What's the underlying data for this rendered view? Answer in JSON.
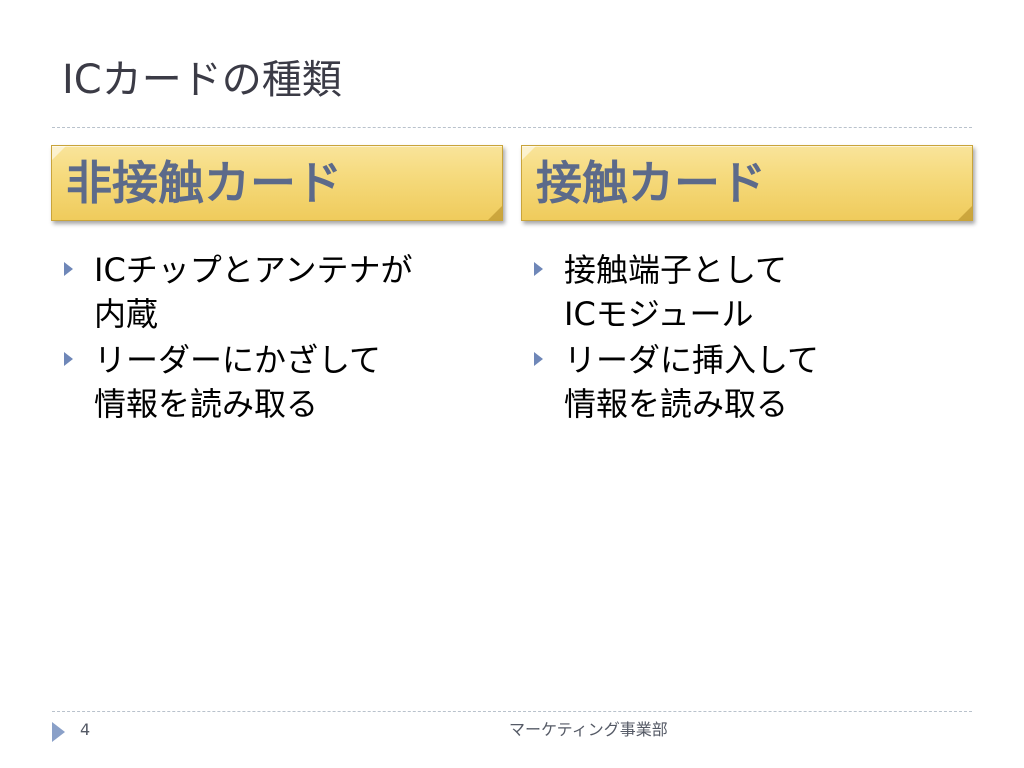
{
  "slide": {
    "title": "ICカードの種類",
    "number": "4",
    "footer": "マーケティング事業部"
  },
  "columns": [
    {
      "header": "非接触カード",
      "bullets": [
        {
          "lines": [
            "ICチップとアンテナが",
            "内蔵"
          ]
        },
        {
          "lines": [
            "リーダーにかざして",
            "情報を読み取る"
          ]
        }
      ]
    },
    {
      "header": "接触カード",
      "bullets": [
        {
          "lines": [
            "接触端子として",
            "ICモジュール"
          ]
        },
        {
          "lines": [
            "リーダに挿入して",
            "情報を読み取る"
          ]
        }
      ]
    }
  ],
  "colors": {
    "header_fill": "#f5d97a",
    "header_text": "#5c6a8a",
    "bullet_marker": "#6f87b8",
    "title_text": "#3b3b46"
  }
}
